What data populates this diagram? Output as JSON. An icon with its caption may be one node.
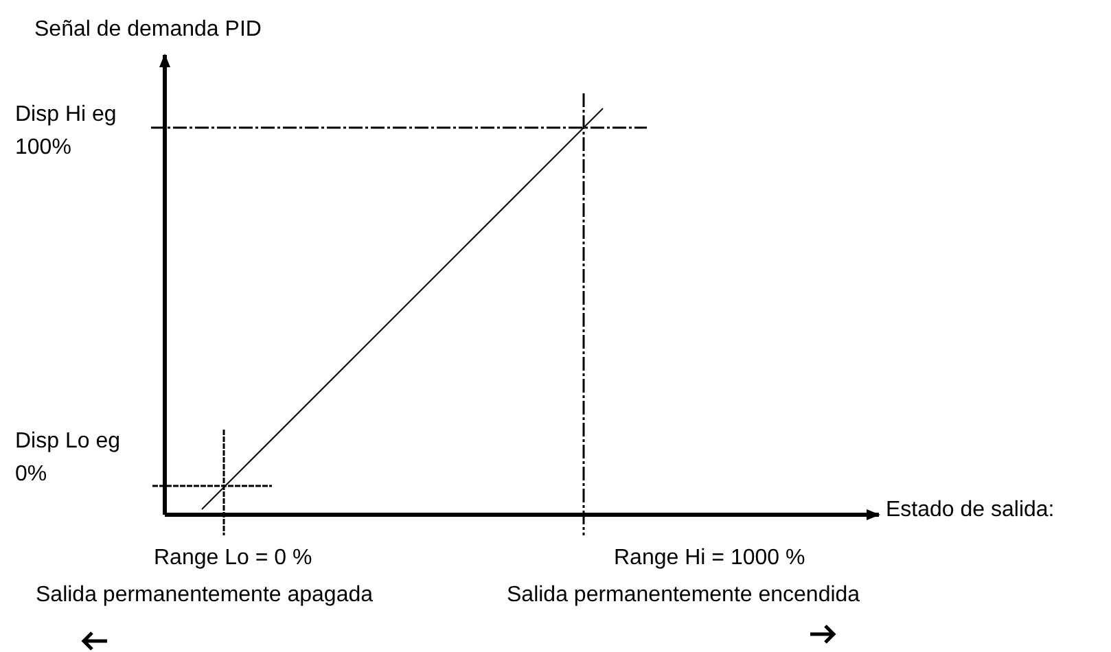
{
  "diagram": {
    "labels": [
      "Señal de demanda PID",
      "Disp Hi eg 100%",
      "Disp Lo eg 0%",
      "Estado de salida:",
      "Range Lo = 0 %",
      "Range Hi = 1000 %",
      "Salida permanentemente apagada",
      "Salida permanentemente encendida"
    ]
  }
}
